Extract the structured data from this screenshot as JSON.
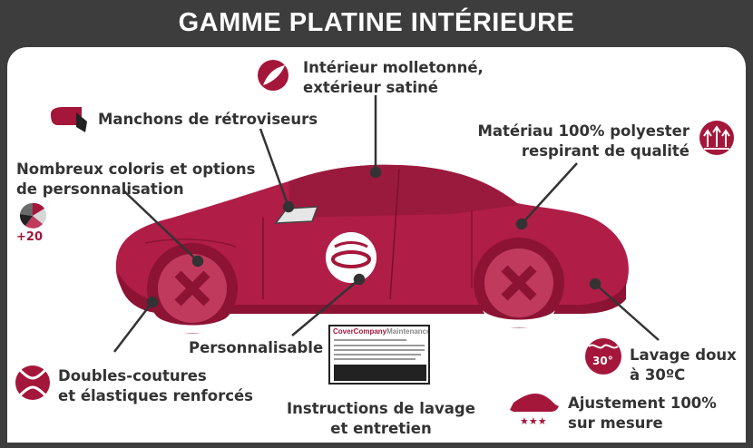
{
  "title": "GAMME PLATINE INTÉRIEURE",
  "features": {
    "interior": [
      "Intérieur molletonné,",
      "extérieur satiné"
    ],
    "mirrors": "Manchons de rétroviseurs",
    "material": [
      "Matériau 100% polyester",
      "respirant de qualité"
    ],
    "colors": [
      "Nombreux coloris et options",
      "de personnalisation"
    ],
    "colors_badge": "+20",
    "custom": "Personnalisable",
    "washing": [
      "Lavage doux",
      "à 30ºC"
    ],
    "wash_temp": "30°",
    "stitching": [
      "Doubles-coutures",
      "et élastiques renforcés"
    ],
    "instructions": [
      "Instructions de lavage",
      "et entretien"
    ],
    "fit": [
      "Ajustement 100%",
      "sur mesure"
    ],
    "fit_stars": "★★★"
  },
  "card": {
    "brand_main": "CoverCompany",
    "brand_sub": "Maintenance"
  },
  "colors": {
    "background": "#3d3d3d",
    "accent": "#a4163a",
    "car": "#b01d47",
    "car_shade": "#8c1333",
    "text": "#333333"
  },
  "icons": [
    "feather-icon",
    "mirror-icon",
    "breathable-arrows-icon",
    "color-wheel-icon",
    "wash-basin-icon",
    "stitch-icon",
    "car-fit-icon",
    "logo-ring-icon"
  ]
}
